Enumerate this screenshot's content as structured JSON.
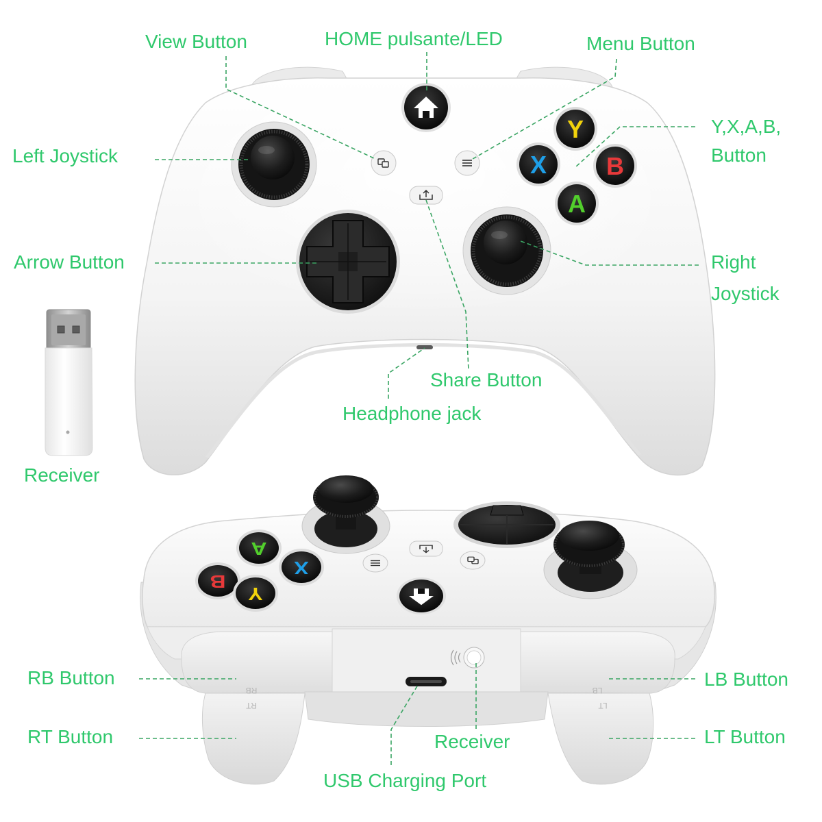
{
  "labels": {
    "view_button": "View Button",
    "home_button": "HOME pulsante/LED",
    "menu_button": "Menu Button",
    "left_joystick": "Left Joystick",
    "face_buttons_line1": "Y,X,A,B,",
    "face_buttons_line2": "Button",
    "arrow_button": "Arrow Button",
    "right_joystick_line1": "Right",
    "right_joystick_line2": "Joystick",
    "share_button": "Share Button",
    "headphone_jack": "Headphone jack",
    "receiver_dongle": "Receiver",
    "rb_button": "RB Button",
    "lb_button": "LB Button",
    "rt_button": "RT Button",
    "lt_button": "LT Button",
    "pair_receiver": "Receiver",
    "usb_port": "USB Charging Port"
  },
  "face_letters": {
    "y": "Y",
    "x": "X",
    "a": "A",
    "b": "B"
  },
  "shell_markings": {
    "rb": "RB",
    "rt": "RT",
    "lb": "LB",
    "lt": "LT"
  },
  "colors": {
    "label": "#2fc86c",
    "leader": "#3aa563",
    "y_button": "#f2d30c",
    "x_button": "#1e9fe8",
    "a_button": "#52cf2c",
    "b_button": "#e8393a"
  },
  "icons": {
    "home": "home-icon",
    "view": "view-icon",
    "menu": "menu-icon",
    "share": "share-icon"
  }
}
